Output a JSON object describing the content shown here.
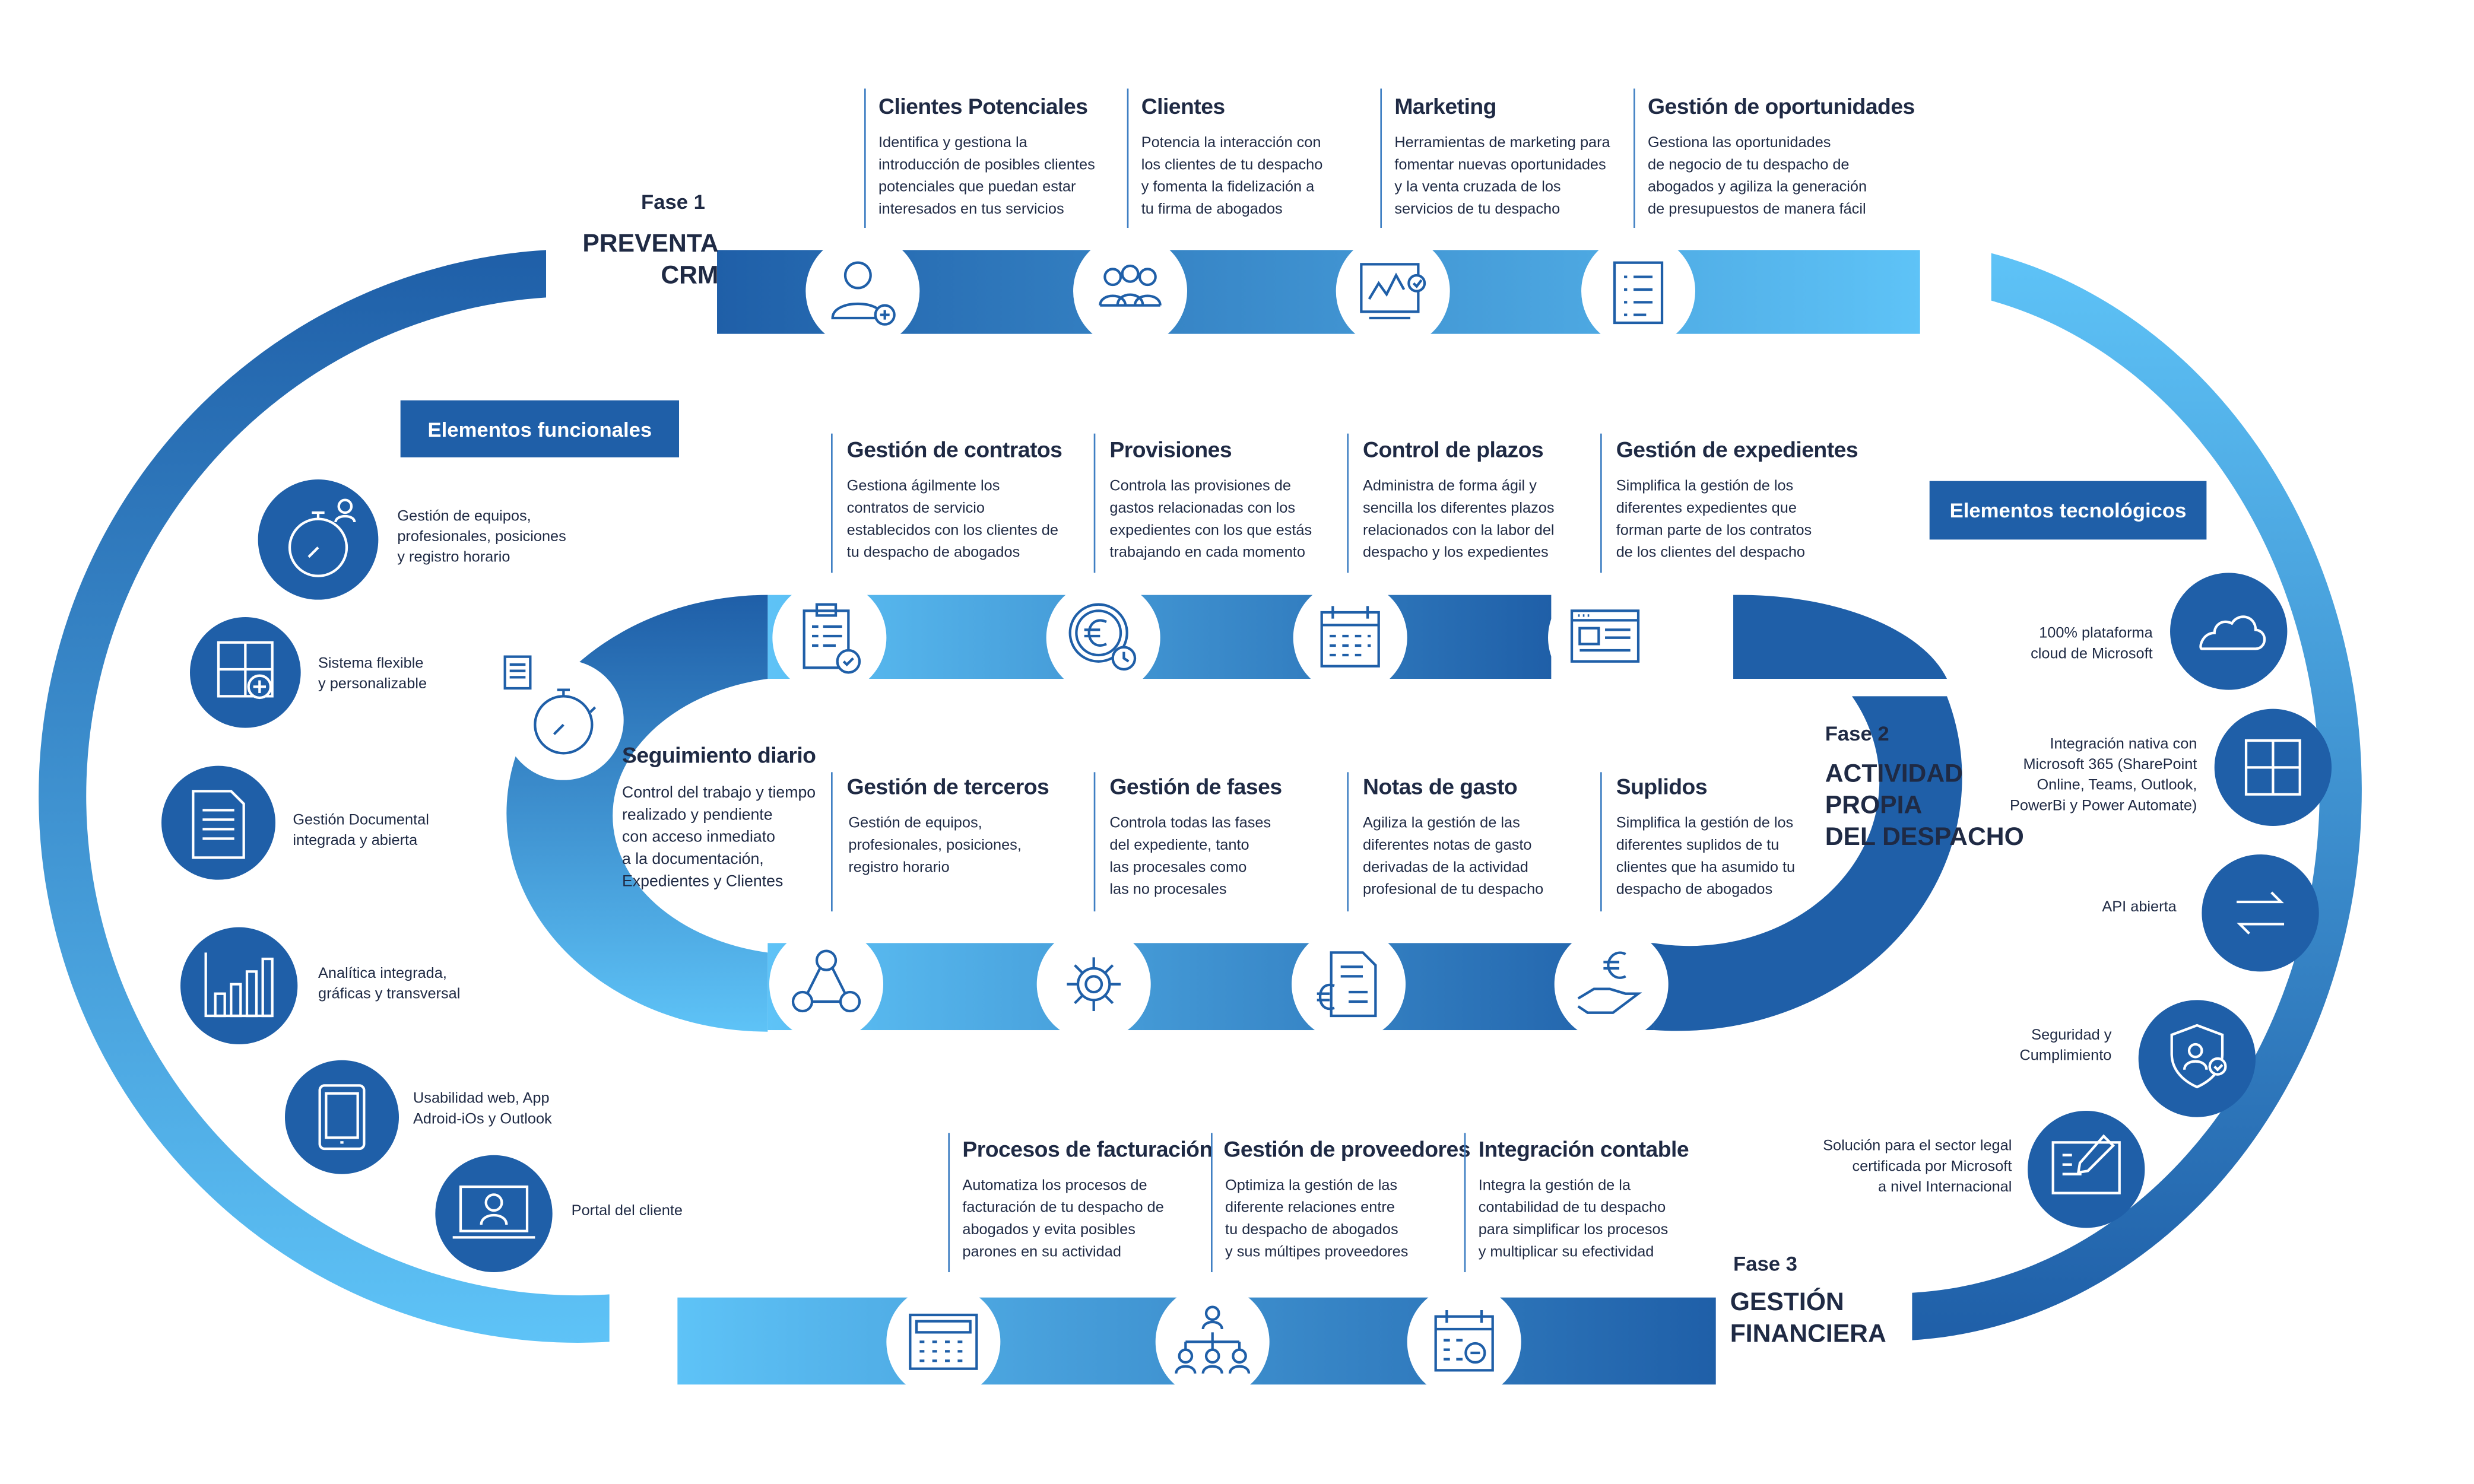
{
  "phases": {
    "fase1": {
      "label": "Fase 1",
      "title": "PREVENTA\nCRM"
    },
    "fase2": {
      "label": "Fase 2",
      "title": "ACTIVIDAD\nPROPIA\nDEL DESPACHO"
    },
    "fase3": {
      "label": "Fase 3",
      "title": "GESTIÓN\nFINANCIERA"
    }
  },
  "row1": [
    {
      "title": "Clientes Potenciales",
      "desc": "Identifica y gestiona la\nintroducción de posibles clientes\npotenciales que puedan estar\ninteresados en tus servicios",
      "icon": "add-user-icon"
    },
    {
      "title": "Clientes",
      "desc": "Potencia la interacción con\nlos clientes de tu despacho\ny fomenta la fidelización a\ntu firma de abogados",
      "icon": "people-group-icon"
    },
    {
      "title": "Marketing",
      "desc": "Herramientas de marketing para\nfomentar nuevas oportunidades\ny la venta cruzada de los\nservicios de tu despacho",
      "icon": "chart-monitor-icon"
    },
    {
      "title": "Gestión de oportunidades",
      "desc": "Gestiona las oportunidades\nde negocio de tu despacho de\nabogados y agiliza la generación\nde presupuestos de manera fácil",
      "icon": "clipboard-list-icon"
    }
  ],
  "row2": [
    {
      "title": "Gestión de contratos",
      "desc": "Gestiona ágilmente los\ncontratos de servicio\nestablecidos con los clientes de\ntu despacho de abogados",
      "icon": "clipboard-check-icon"
    },
    {
      "title": "Provisiones",
      "desc": "Controla las provisiones de\ngastos relacionadas con los\nexpedientes con los que estás\ntrabajando en cada momento",
      "icon": "euro-clock-icon"
    },
    {
      "title": "Control de plazos",
      "desc": "Administra de forma ágil y\nsencilla los diferentes plazos\nrelacionados con la labor del\ndespacho y los expedientes",
      "icon": "calendar-icon"
    },
    {
      "title": "Gestión de expedientes",
      "desc": "Simplifica la gestión de los\ndiferentes expedientes que\nforman parte de los contratos\nde los clientes del despacho",
      "icon": "browser-window-icon"
    }
  ],
  "seguimiento": {
    "title": "Seguimiento diario",
    "desc": "Control del trabajo y tiempo\nrealizado y pendiente\ncon acceso inmediato\na la documentación,\nExpedientes y Clientes",
    "icon": "stopwatch-document-icon"
  },
  "row3": [
    {
      "title": "Gestión de terceros",
      "desc": "Gestión de equipos,\nprofesionales, posiciones,\nregistro horario",
      "icon": "network-users-icon"
    },
    {
      "title": "Gestión de fases",
      "desc": "Controla todas las fases\ndel expediente, tanto\nlas procesales como\nlas no procesales",
      "icon": "gear-network-icon"
    },
    {
      "title": "Notas de gasto",
      "desc": "Agiliza la gestión de las\ndiferentes notas de gasto\nderivadas de la actividad\nprofesional de tu despacho",
      "icon": "euro-document-icon"
    },
    {
      "title": "Suplidos",
      "desc": "Simplifica la gestión de los\ndiferentes suplidos de tu\nclientes que ha asumido tu\ndespacho de abogados",
      "icon": "euro-hand-icon"
    }
  ],
  "row4": [
    {
      "title": "Procesos de facturación",
      "desc": "Automatiza los procesos de\nfacturación de tu despacho de\nabogados y evita posibles\nparones en su actividad",
      "icon": "calculator-icon"
    },
    {
      "title": "Gestión de proveedores",
      "desc": "Optimiza la gestión de las\ndiferente relaciones entre\ntu despacho de abogados\ny sus múltipes proveedores",
      "icon": "org-chart-icon"
    },
    {
      "title": "Integración contable",
      "desc": "Integra la gestión de la\ncontabilidad de tu despacho\npara simplificar los procesos\ny multiplicar su efectividad",
      "icon": "calendar-minus-icon"
    }
  ],
  "funcionales": {
    "header": "Elementos funcionales",
    "items": [
      {
        "label": "Gestión de equipos,\nprofesionales, posiciones\ny registro horario",
        "icon": "stopwatch-user-icon"
      },
      {
        "label": "Sistema flexible\ny personalizable",
        "icon": "grid-plus-icon"
      },
      {
        "label": "Gestión Documental\nintegrada y abierta",
        "icon": "document-icon"
      },
      {
        "label": "Analítica integrada,\ngráficas y transversal",
        "icon": "bar-chart-icon"
      },
      {
        "label": "Usabilidad web, App\nAdroid-iOs y Outlook",
        "icon": "tablet-icon"
      },
      {
        "label": "Portal del cliente",
        "icon": "laptop-user-icon"
      }
    ]
  },
  "tecnologicos": {
    "header": "Elementos tecnológicos",
    "items": [
      {
        "label": "100% plataforma\ncloud de Microsoft",
        "icon": "cloud-icon"
      },
      {
        "label": "Integración nativa  con\nMicrosoft 365 (SharePoint\nOnline, Teams, Outlook,\nPowerBi y Power Automate)",
        "icon": "windows-icon"
      },
      {
        "label": "API abierta",
        "icon": "arrows-exchange-icon"
      },
      {
        "label": "Seguridad y\nCumplimiento",
        "icon": "shield-user-icon"
      },
      {
        "label": "Solución para el sector legal\ncertificada  por Microsoft\na nivel Internacional",
        "icon": "certificate-pen-icon"
      }
    ]
  },
  "colors": {
    "dark_blue": "#1f5fa8",
    "light_blue": "#5ec3f7",
    "text": "#1f2a44"
  }
}
